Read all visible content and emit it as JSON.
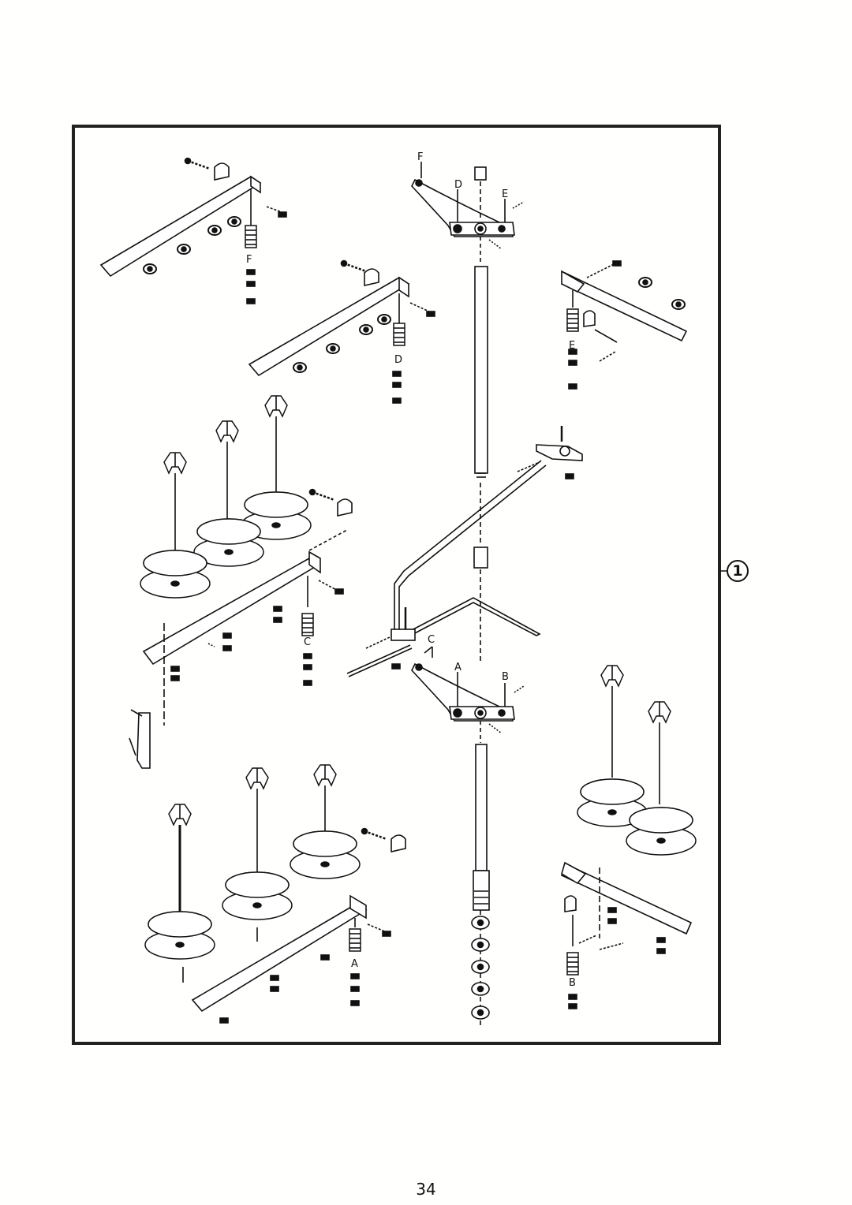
{
  "callout": "1",
  "page_number": "34",
  "part_labels": {
    "top_arm_f": "F",
    "top_arm_d": "D",
    "top_arm_e": "E",
    "left_rack_f": "F",
    "middle_rack_d": "D",
    "right_rack_e": "E",
    "left_rack_c": "C",
    "rod_c": "C",
    "lower_arm_a": "A",
    "lower_arm_b": "B",
    "bottom_rack_a": "A",
    "bottom_right_b": "B"
  }
}
